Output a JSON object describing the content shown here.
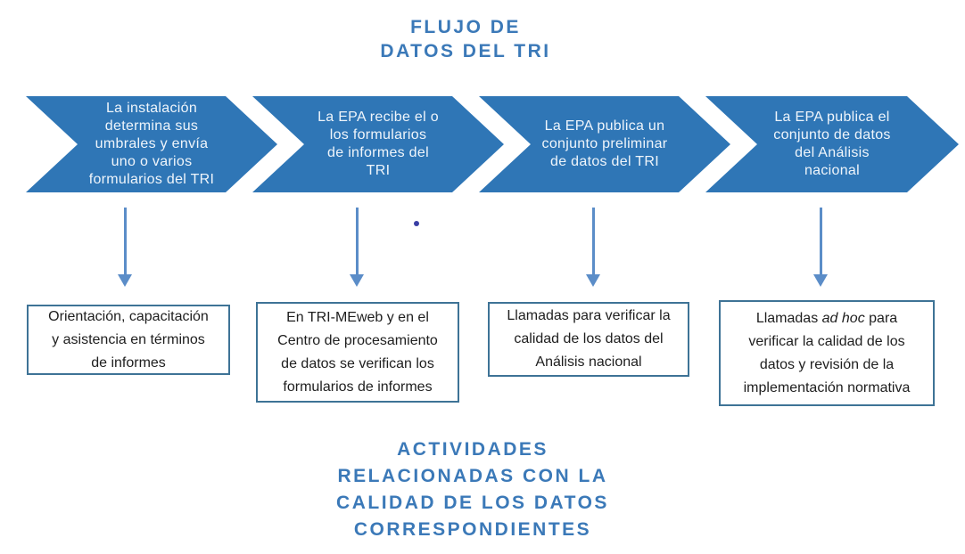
{
  "header": {
    "title": "FLUJO DE\nDATOS DEL TRI"
  },
  "flow_steps": [
    {
      "label": "La instalación\ndetermina sus\numbrales y envía\nuno o varios\nformularios del TRI"
    },
    {
      "label": "La EPA recibe el o\nlos formularios\nde informes del\nTRI"
    },
    {
      "label": "La EPA publica un\nconjunto preliminar\nde datos del TRI"
    },
    {
      "label": "La EPA publica el\nconjunto de datos\ndel Análisis\nnacional"
    }
  ],
  "activities": [
    {
      "text": "Orientación, capacitación\ny asistencia en términos\nde informes"
    },
    {
      "text": "En TRI-MEweb y en el\nCentro de procesamiento\nde datos se verifican los\nformularios de informes"
    },
    {
      "text": "Llamadas para verificar la\ncalidad de los datos del\nAnálisis nacional"
    },
    {
      "prefix": "Llamadas ",
      "italic": "ad hoc",
      "suffix": " para\nverificar la calidad de los\ndatos y revisión de la\nimplementación normativa"
    }
  ],
  "footer": {
    "title": "ACTIVIDADES\nRELACIONADAS CON LA\nCALIDAD DE LOS DATOS\nCORRESPONDIENTES"
  },
  "colors": {
    "chevron_fill": "#2F76B6",
    "chevron_text": "#EFF5FB",
    "title_text": "#3B79B8",
    "arrow": "#5B8DC8",
    "box_border": "#3E7396",
    "box_text": "#1E1E1E",
    "dot": "#3A3EA5"
  }
}
